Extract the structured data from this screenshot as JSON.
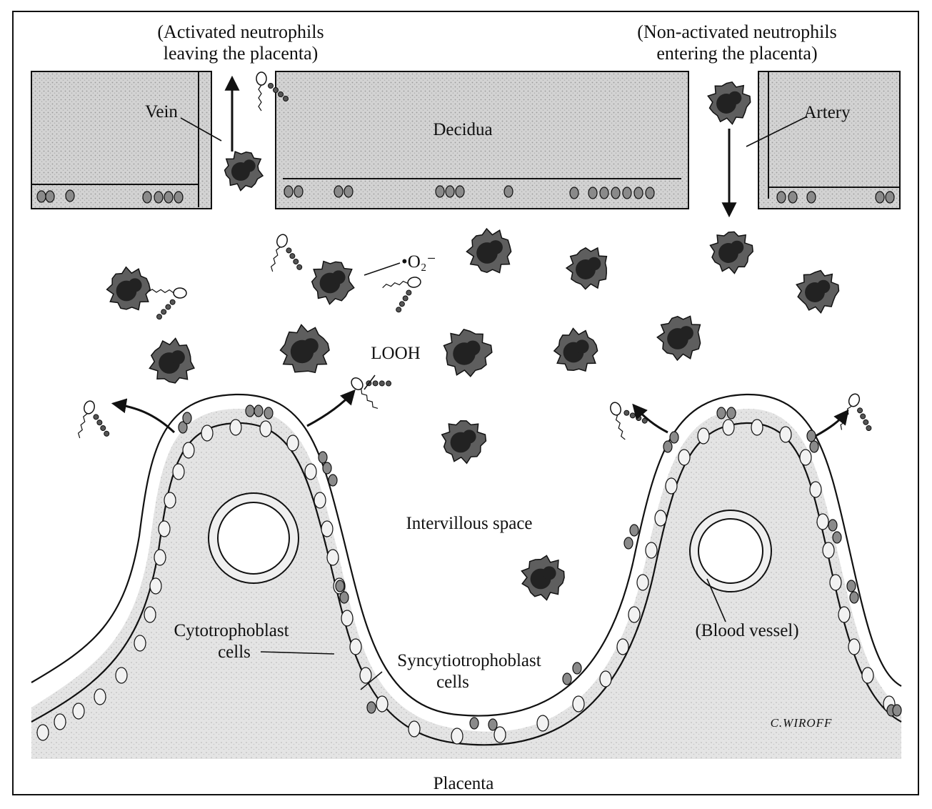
{
  "labels": {
    "activated_line1": "(Activated neutrophils",
    "activated_line2": "leaving the placenta)",
    "nonactivated_line1": "(Non-activated neutrophils",
    "nonactivated_line2": "entering the placenta)",
    "vein": "Vein",
    "decidua": "Decidua",
    "artery": "Artery",
    "superoxide": "•O₂⁻",
    "looh": "LOOH",
    "intervillous_space": "Intervillous space",
    "cytotrophoblast_line1": "Cytotrophoblast",
    "cytotrophoblast_line2": "cells",
    "syncytiotrophoblast_line1": "Syncytiotrophoblast",
    "syncytiotrophoblast_line2": "cells",
    "blood_vessel": "(Blood vessel)",
    "signature": "C.WIROFF",
    "placenta": "Placenta"
  },
  "colors": {
    "tissue_fill": "#cfcfcf",
    "placenta_fill": "#dedede",
    "cell_fill": "#8a8a8a",
    "neutrophil_fill": "#5e5e5e",
    "neutrophil_core": "#222222",
    "line": "#1a1a1a"
  }
}
